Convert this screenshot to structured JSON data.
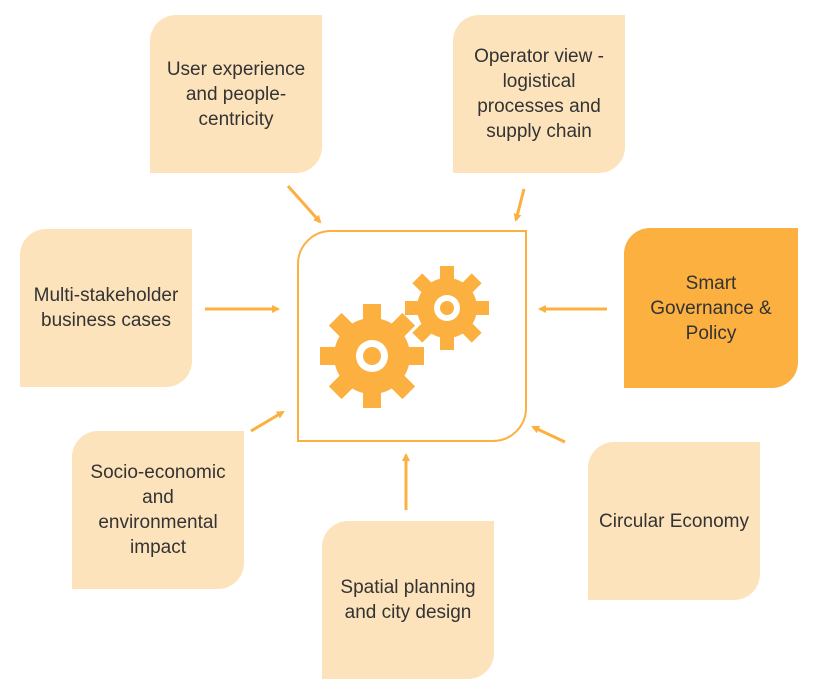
{
  "diagram": {
    "center": {
      "icon": "gears-icon"
    },
    "boxes": {
      "user_experience": "User experience and people-centricity",
      "operator_view": "Operator view - logistical processes and supply chain",
      "multi_stakeholder": "Multi-stakeholder business cases",
      "smart_governance": "Smart Governance & Policy",
      "socio_economic": "Socio-economic and environmental impact",
      "circular_economy": "Circular Economy",
      "spatial_planning": "Spatial planning and city design"
    }
  },
  "colors": {
    "box_fill": "#fde3bc",
    "highlight_fill": "#fbb03f",
    "accent": "#fbb03f",
    "text": "#333333"
  }
}
